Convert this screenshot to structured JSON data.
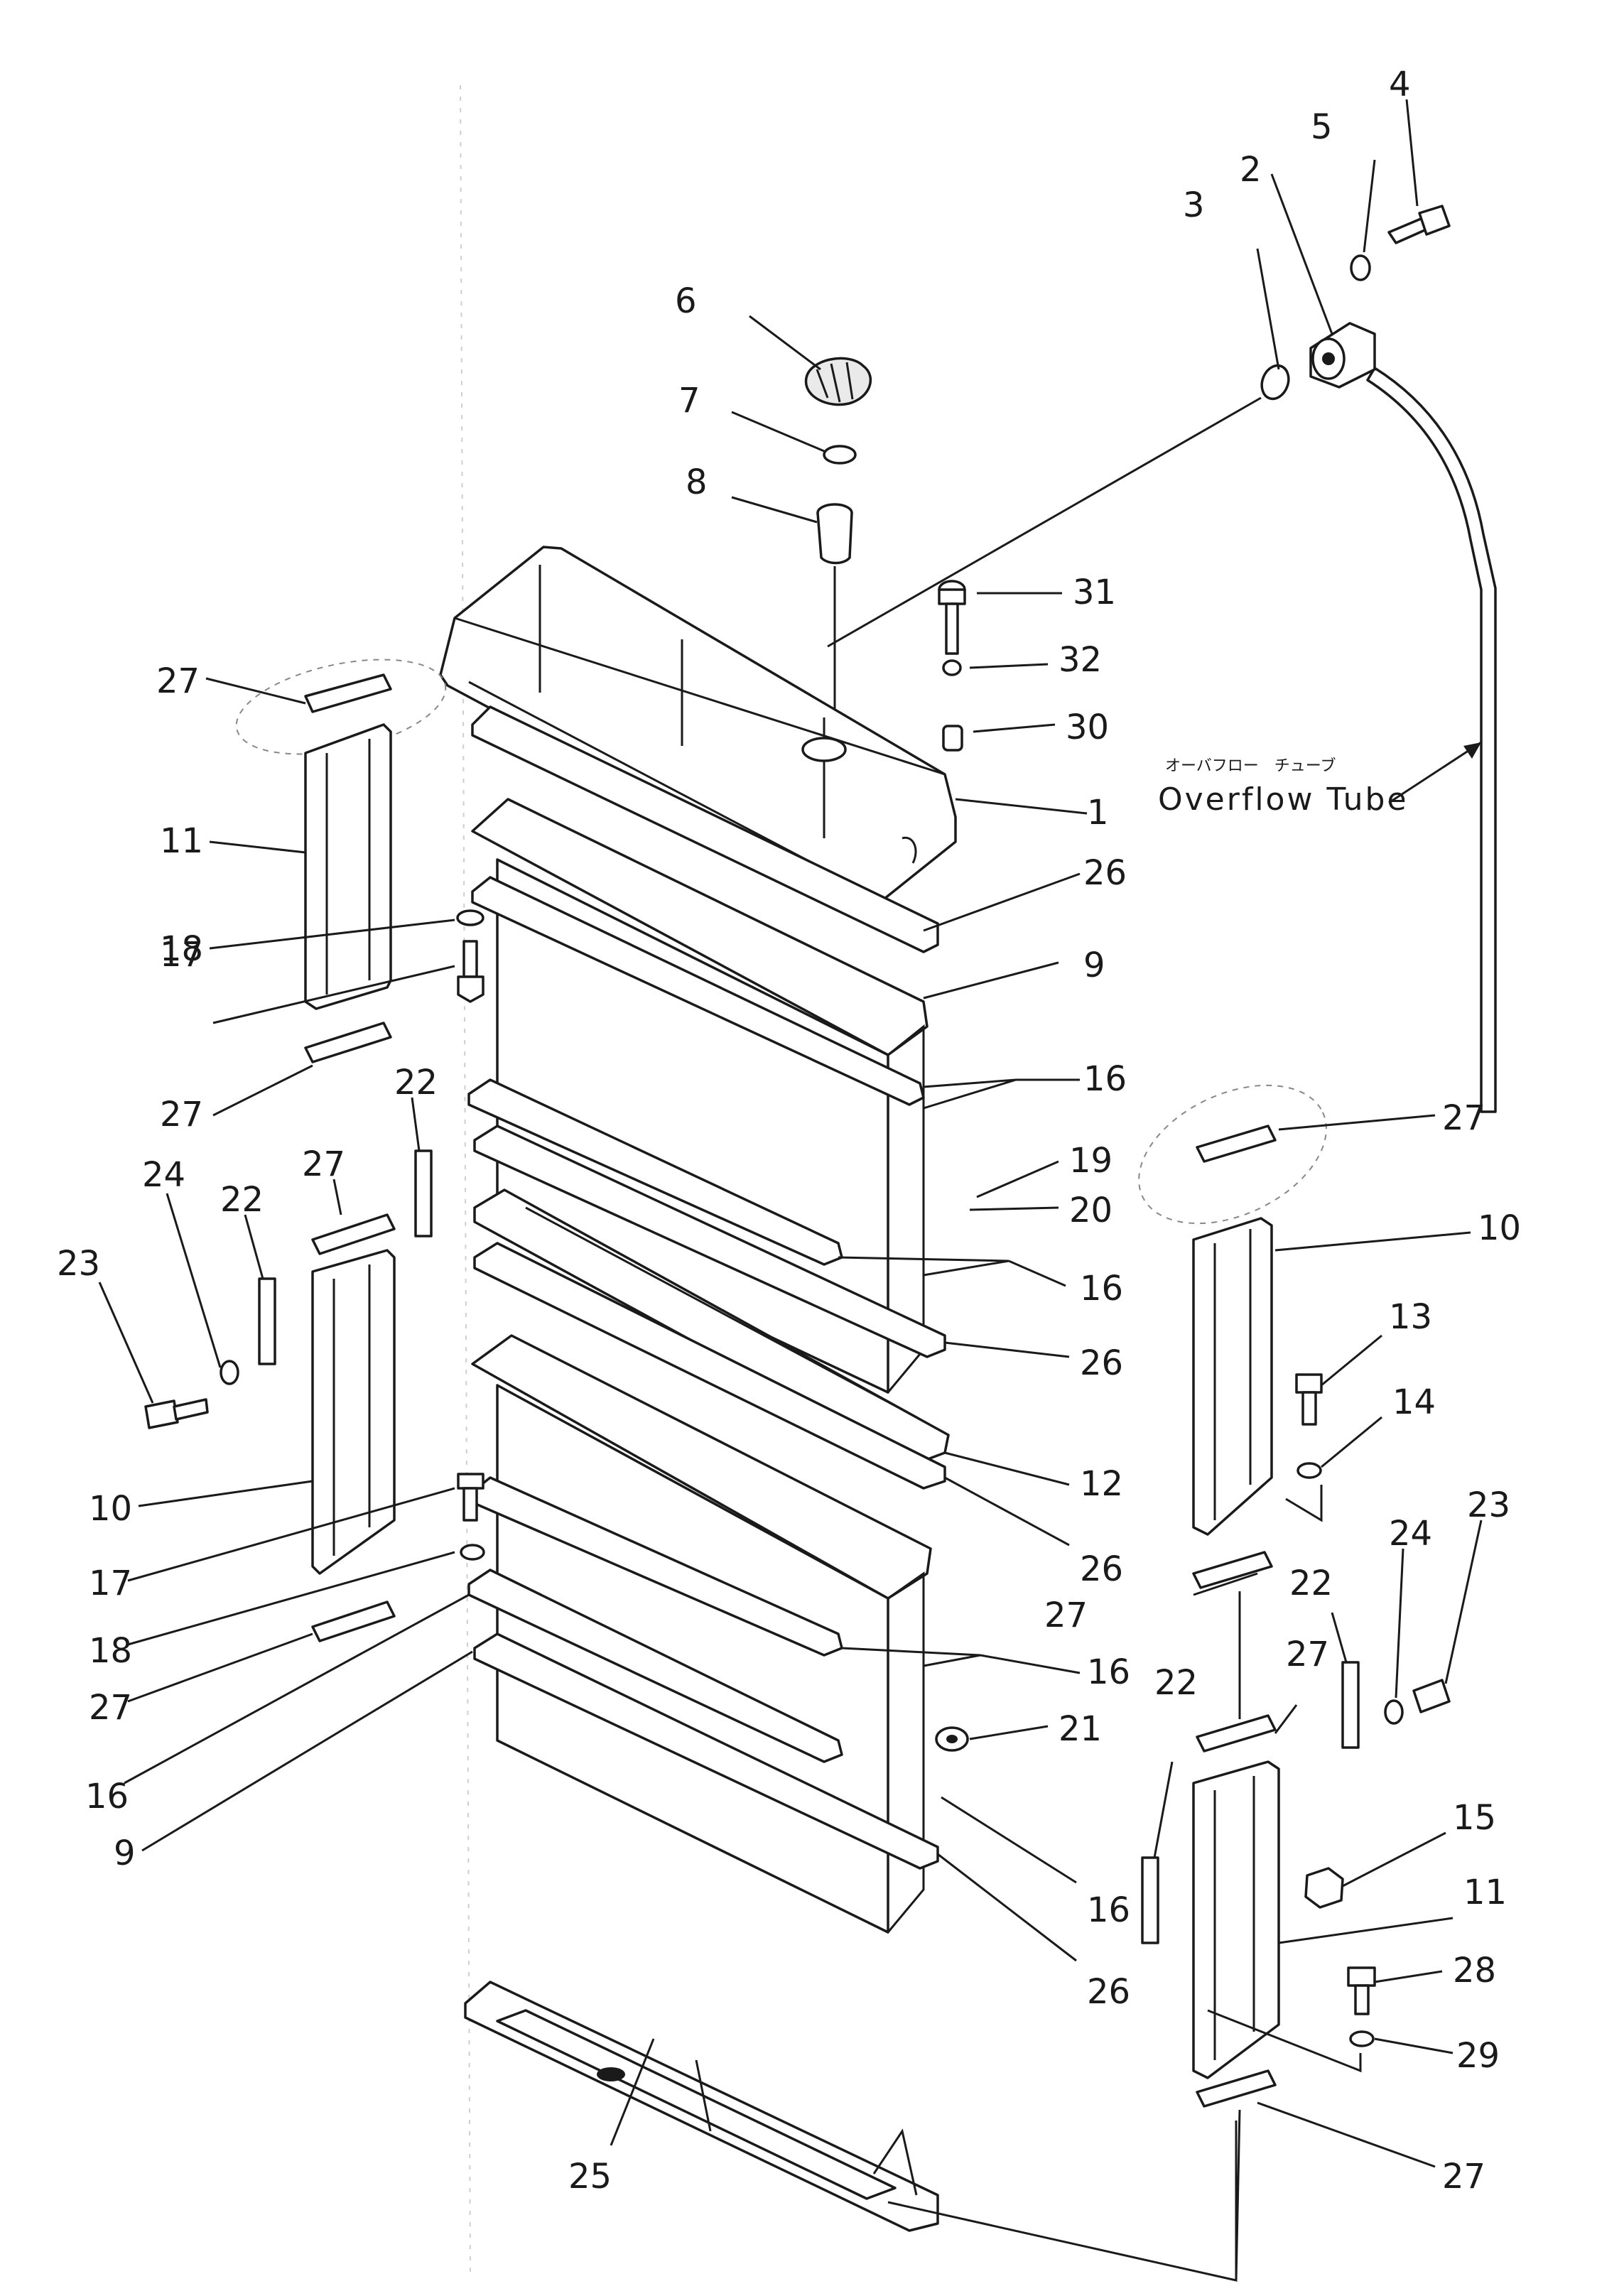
{
  "callouts": {
    "c1": "1",
    "c2": "2",
    "c3": "3",
    "c4": "4",
    "c5": "5",
    "c6": "6",
    "c7": "7",
    "c8": "8",
    "c9a": "9",
    "c9b": "9",
    "c10a": "10",
    "c10b": "10",
    "c11a": "11",
    "c11b": "11",
    "c12": "12",
    "c13": "13",
    "c14": "14",
    "c15": "15",
    "c16a": "16",
    "c16b": "16",
    "c16c": "16",
    "c16d": "16",
    "c16e": "16",
    "c17a": "17",
    "c17b": "17",
    "c18a": "18",
    "c18b": "18",
    "c19": "19",
    "c20": "20",
    "c21": "21",
    "c22a": "22",
    "c22b": "22",
    "c22c": "22",
    "c22d": "22",
    "c23a": "23",
    "c23b": "23",
    "c24a": "24",
    "c24b": "24",
    "c25": "25",
    "c26a": "26",
    "c26b": "26",
    "c26c": "26",
    "c26d": "26",
    "c27a": "27",
    "c27b": "27",
    "c27c": "27",
    "c27d": "27",
    "c27e": "27",
    "c27f": "27",
    "c27g": "27",
    "c27h": "27",
    "c28": "28",
    "c29": "29",
    "c30": "30",
    "c31": "31",
    "c32": "32"
  },
  "overflow": {
    "japanese": "オーバフロー　チューブ",
    "english": "Overflow Tube"
  }
}
